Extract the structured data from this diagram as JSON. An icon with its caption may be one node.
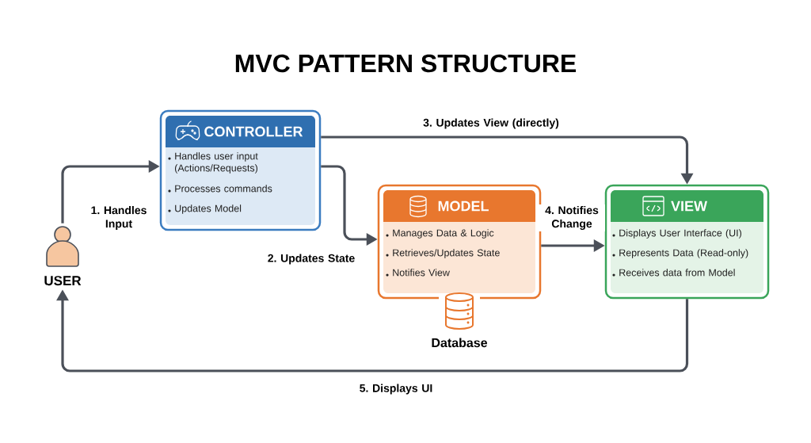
{
  "diagram": {
    "title": "MVC PATTERN STRUCTURE",
    "nodes": [
      {
        "text": [
          "USER"
        ]
      },
      {
        "text": [
          "CONTROLLER",
          "Handles user input (Actions/Requests)",
          "Processes commands",
          "Updates Model"
        ]
      },
      {
        "text": [
          "MODEL",
          "Manages Data & Logic",
          "Retrieves/Updates State",
          "Notifies View"
        ]
      },
      {
        "text": [
          "Database"
        ]
      },
      {
        "text": [
          "VIEW",
          "Displays User Interface (UI)",
          "Represents Data (Read-only)",
          "Receives data from Model"
        ]
      }
    ],
    "edges": [
      {
        "from": 0,
        "to": 1,
        "arrow": "to",
        "label": "1. Handles Input"
      },
      {
        "from": 1,
        "to": 2,
        "arrow": "to",
        "label": "2. Updates State"
      },
      {
        "from": 1,
        "to": 4,
        "arrow": "to",
        "label": "3. Updates View (directly)"
      },
      {
        "from": 2,
        "to": 4,
        "arrow": "to",
        "label": "4. Notifies Change"
      },
      {
        "from": 4,
        "to": 0,
        "arrow": "to",
        "label": "5. Displays UI"
      }
    ]
  }
}
